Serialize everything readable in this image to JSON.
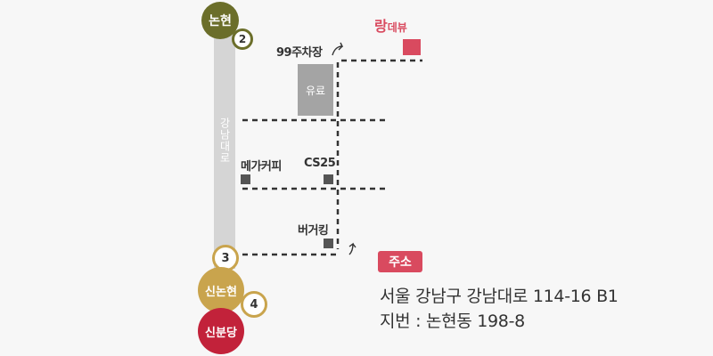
{
  "road": {
    "name": "강남대로"
  },
  "stations": {
    "nonhyeon": {
      "name": "논현",
      "exit": "2",
      "color": "#6b6e2a"
    },
    "sinnonhyeon": {
      "name": "신논현",
      "exit_upper": "3",
      "exit_lower": "4",
      "color": "#c9a44d"
    },
    "sinbundang": {
      "name": "신분당",
      "color": "#c2223a"
    }
  },
  "destination": {
    "name_main": "랑",
    "name_sub": "데뷰",
    "color": "#d94a5f"
  },
  "landmarks": {
    "parking_lot": {
      "label": "99주차장",
      "marker_text": "유료"
    },
    "mega_coffee": {
      "label": "메가커피"
    },
    "cs25": {
      "label": "CS25"
    },
    "burger_king": {
      "label": "버거킹"
    }
  },
  "address": {
    "title": "주소",
    "road_address": "서울 강남구 강남대로 114-16 B1",
    "lot_address": "지번 : 논현동 198-8"
  },
  "colors": {
    "accent": "#d94a5f",
    "road": "#d5d5d5",
    "marker": "#555555"
  }
}
